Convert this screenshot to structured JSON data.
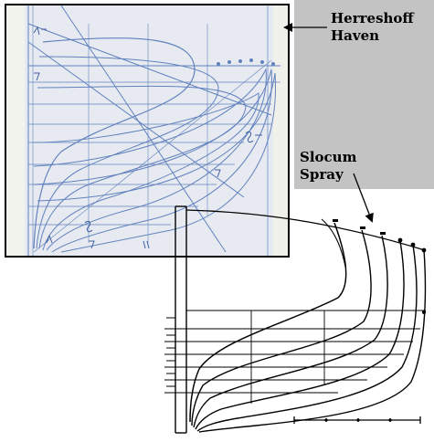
{
  "labels": {
    "herreshoff": {
      "line1": "Herreshoff",
      "line2": "Haven"
    },
    "slocum": {
      "line1": "Slocum",
      "line2": "Spray"
    }
  },
  "colors": {
    "gray_block": "#c3c3c3",
    "blueprint_ink": "#4a6fb5",
    "paper": "#e9edf3",
    "ink": "#000000"
  }
}
